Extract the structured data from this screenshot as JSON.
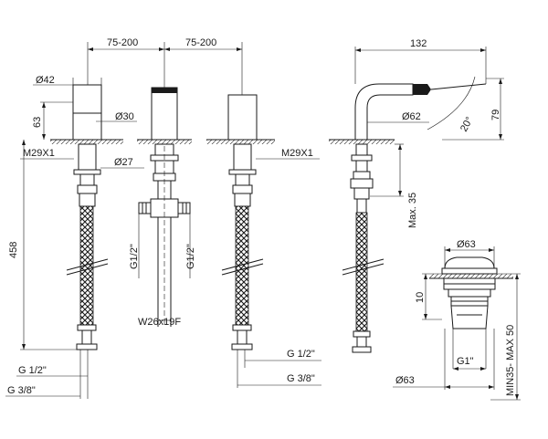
{
  "labels": {
    "spacing_left": "75-200",
    "spacing_right": "75-200",
    "dia42": "Ø42",
    "h63": "63",
    "dia30": "Ø30",
    "m29_left": "M29X1",
    "dia27": "Ø27",
    "h458": "458",
    "g12_mid_left": "G1/2\"",
    "g12_mid_right": "G1/2\"",
    "w26": "W26x19F",
    "g12_bottom_left": "G 1/2\"",
    "g38_bottom_left": "G 3/8\"",
    "m29_right": "M29X1",
    "g12_bottom_right": "G 1/2\"",
    "g38_bottom_right": "G 3/8\"",
    "w132": "132",
    "dia62": "Ø62",
    "h79": "79",
    "angle20": "20°",
    "max35": "Max. 35",
    "dia63_top": "Ø63",
    "h10": "10",
    "g1": "G1\"",
    "dia63_bottom": "Ø63",
    "min_max": "MIN35- MAX 50"
  },
  "colors": {
    "line": "#1a1a1a",
    "background": "#ffffff"
  }
}
